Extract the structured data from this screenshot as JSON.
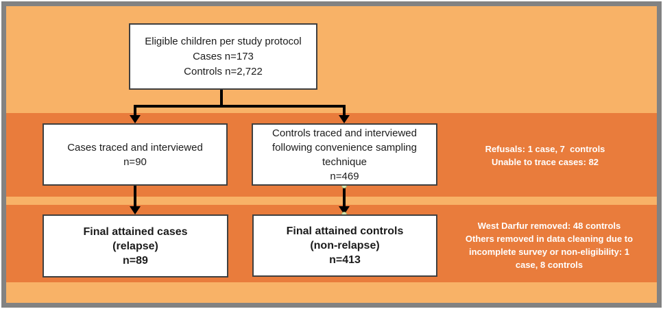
{
  "palette": {
    "band_light_orange": "#F8B267",
    "band_dark_orange": "#E97C3C",
    "frame_gray": "#828282",
    "box_background": "#FFFFFF",
    "box_border": "#3F3F3F",
    "box_text": "#1B1B1B",
    "arrow_black": "#000000",
    "annotation_text_white": "#FFFFFF",
    "connector_dot": "#D9E3AE"
  },
  "flowchart": {
    "boxes": {
      "eligible": {
        "lines": [
          "Eligible children per study protocol",
          "Cases n=173",
          "Controls n=2,722"
        ]
      },
      "cases_traced": {
        "lines": [
          "Cases traced and interviewed",
          "n=90"
        ]
      },
      "controls_traced": {
        "lines": [
          "Controls traced and interviewed",
          "following convenience sampling",
          "technique",
          "n=469"
        ]
      },
      "final_cases": {
        "lines": [
          "Final attained cases",
          "(relapse)",
          "n=89"
        ]
      },
      "final_controls": {
        "lines": [
          "Final attained controls",
          "(non-relapse)",
          "n=413"
        ]
      }
    },
    "annotations": {
      "refusals": {
        "lines": [
          "Refusals: 1 case, 7  controls",
          "Unable to trace cases: 82"
        ]
      },
      "removed": {
        "lines": [
          "West Darfur removed: 48 controls",
          "Others removed in data cleaning due to",
          "incomplete survey or non-eligibility: 1",
          "case, 8 controls"
        ]
      }
    }
  }
}
